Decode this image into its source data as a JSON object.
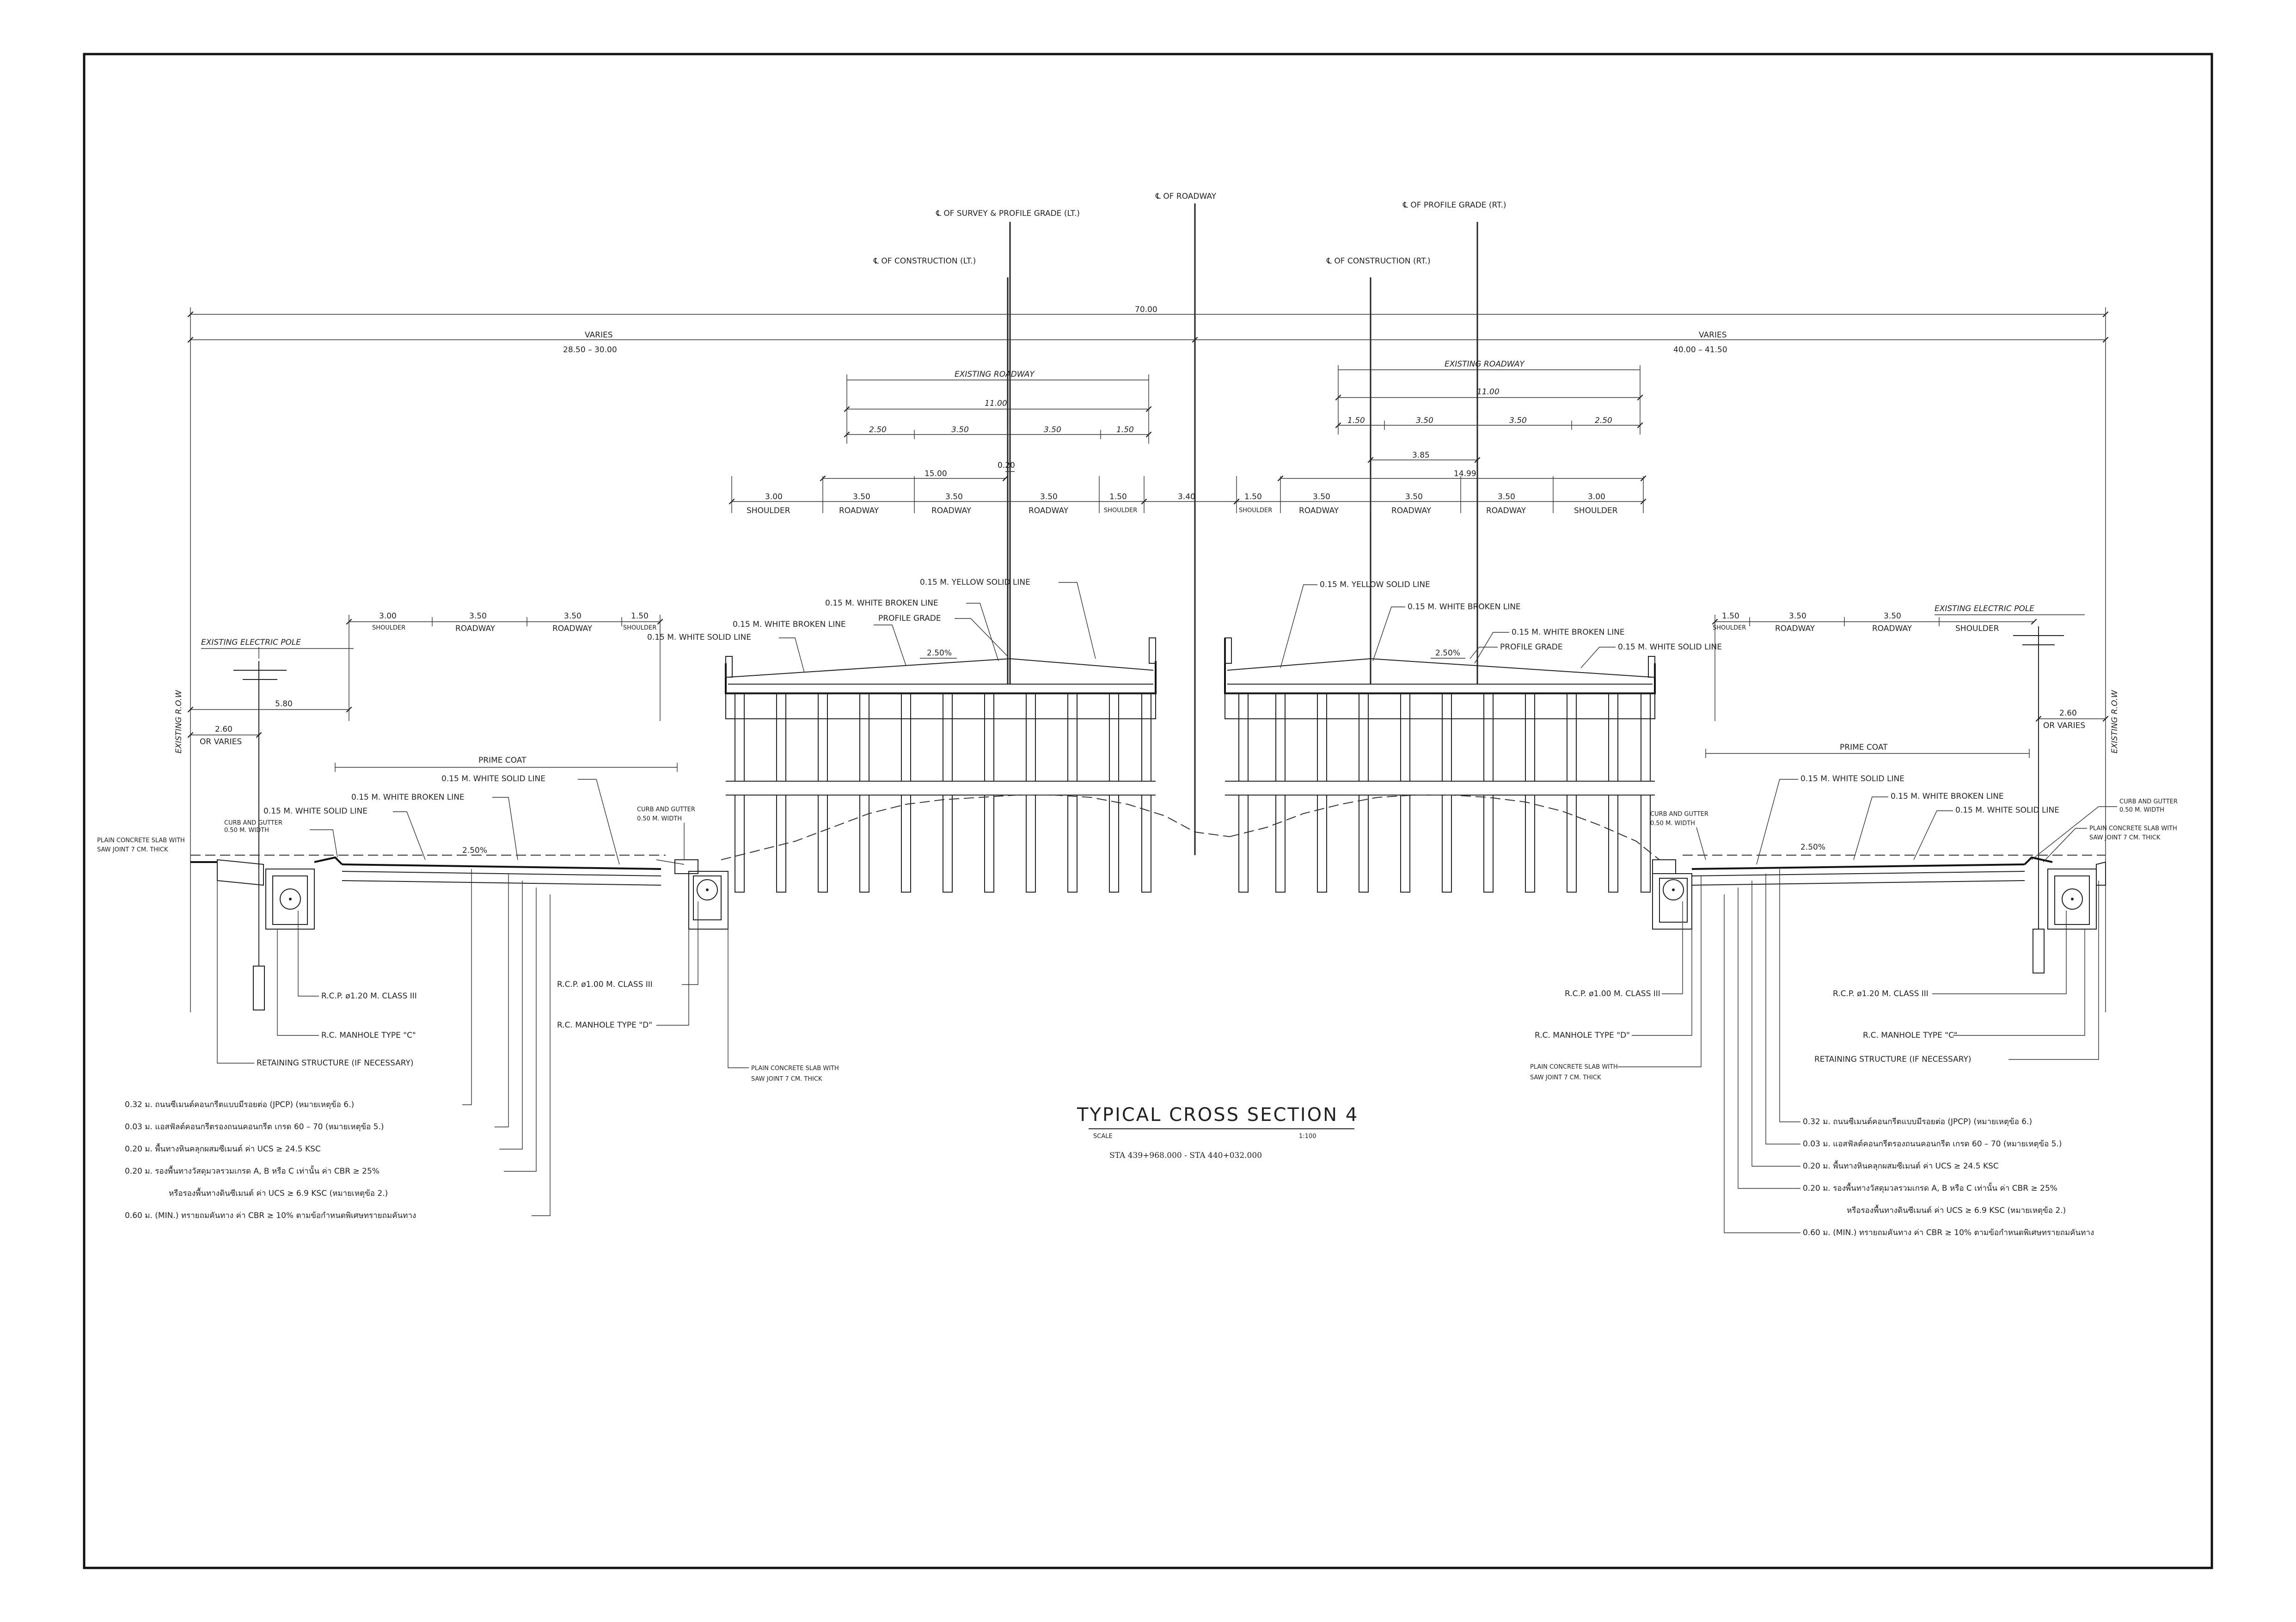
{
  "centerlines": {
    "roadway": "℄ OF ROADWAY",
    "survey_lt": "℄ OF SURVEY & PROFILE GRADE (LT.)",
    "profile_rt": "℄ OF PROFILE GRADE (RT.)",
    "construction_lt": "℄ OF CONSTRUCTION (LT.)",
    "construction_rt": "℄ OF CONSTRUCTION (RT.)"
  },
  "overall": {
    "total": "70.00",
    "varies_left": "VARIES",
    "range_left": "28.50 – 30.00",
    "varies_right": "VARIES",
    "range_right": "40.00 – 41.50"
  },
  "existing_lt": {
    "title": "EXISTING ROADWAY",
    "total": "11.00",
    "segs": [
      "2.50",
      "3.50",
      "3.50",
      "1.50"
    ]
  },
  "existing_rt": {
    "title": "EXISTING ROADWAY",
    "total": "11.00",
    "segs": [
      "1.50",
      "3.50",
      "3.50",
      "2.50"
    ],
    "offset": "3.85"
  },
  "proposed_lt": {
    "total": "15.00",
    "offset": "0.20",
    "segs": [
      "3.00",
      "3.50",
      "3.50",
      "3.50",
      "1.50"
    ],
    "labels": [
      "SHOULDER",
      "ROADWAY",
      "ROADWAY",
      "ROADWAY",
      "SHOULDER"
    ]
  },
  "median": "3.40",
  "proposed_rt": {
    "total": "14.99",
    "segs": [
      "1.50",
      "3.50",
      "3.50",
      "3.50",
      "3.00"
    ],
    "labels": [
      "SHOULDER",
      "ROADWAY",
      "ROADWAY",
      "ROADWAY",
      "SHOULDER"
    ]
  },
  "frontage_lt": {
    "segs": [
      "3.00",
      "3.50",
      "3.50",
      "1.50"
    ],
    "labels": [
      "SHOULDER",
      "ROADWAY",
      "ROADWAY",
      "SHOULDER"
    ]
  },
  "frontage_rt": {
    "segs": [
      "1.50",
      "3.50",
      "3.50"
    ],
    "labels": [
      "SHOULDER",
      "ROADWAY",
      "ROADWAY",
      "SHOULDER"
    ]
  },
  "row": {
    "label": "EXISTING R.O.W",
    "pole": "EXISTING ELECTRIC POLE",
    "d_lt_1": "5.80",
    "d_lt_2": "2.60",
    "or_varies": "OR VARIES",
    "d_rt": "2.60"
  },
  "notes": {
    "prime_coat": "PRIME COAT",
    "white_solid": "0.15 M. WHITE SOLID LINE",
    "white_broken": "0.15 M. WHITE BROKEN LINE",
    "yellow_solid": "0.15 M. YELLOW SOLID LINE",
    "profile_grade": "PROFILE GRADE",
    "slope": "2.50%",
    "curb_gutter": "CURB AND GUTTER",
    "width_050": "0.50 M. WIDTH",
    "plain_slab_1": "PLAIN CONCRETE SLAB WITH",
    "plain_slab_2": "SAW JOINT 7 CM. THICK",
    "rcp_120": "R.C.P. ø1.20 M. CLASS III",
    "rcp_100": "R.C.P. ø1.00 M. CLASS III",
    "manhole_c": "R.C. MANHOLE TYPE \"C\"",
    "manhole_d": "R.C. MANHOLE TYPE \"D\"",
    "retaining": "RETAINING STRUCTURE (IF NECESSARY)"
  },
  "layers": [
    "0.32 ม. ถนนซีเมนต์คอนกรีตแบบมีรอยต่อ (JPCP) (หมายเหตุข้อ 6.)",
    "0.03 ม. แอสฟัลต์คอนกรีตรองถนนคอนกรีต เกรด 60 – 70 (หมายเหตุข้อ 5.)",
    "0.20 ม. พื้นทางหินคลุกผสมซีเมนต์ ค่า UCS ≥ 24.5 KSC",
    "0.20 ม. รองพื้นทางวัสดุมวลรวมเกรด A, B หรือ C เท่านั้น ค่า CBR ≥ 25%",
    "หรือรองพื้นทางดินซีเมนต์ ค่า UCS ≥ 6.9 KSC (หมายเหตุข้อ 2.)",
    "0.60 ม. (MIN.) ทรายถมคันทาง ค่า CBR ≥ 10% ตามข้อกำหนดพิเศษทรายถมคันทาง"
  ],
  "title": {
    "main": "TYPICAL CROSS SECTION 4",
    "scale_label": "SCALE",
    "scale": "1:100",
    "station": "STA 439+968.000 - STA 440+032.000"
  }
}
